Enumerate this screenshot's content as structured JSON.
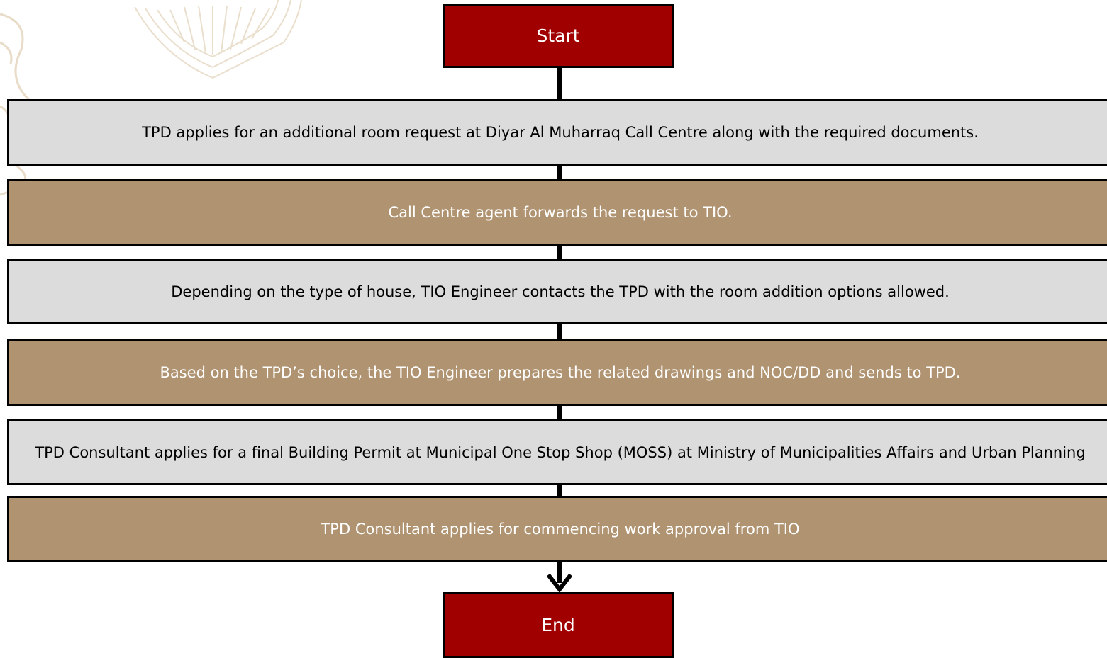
{
  "colors": {
    "terminal_fill": "#a00000",
    "step_light_fill": "#dcdcdc",
    "step_dark_fill": "#b09472",
    "ornament": "#d9c4a4",
    "connector": "#000000"
  },
  "flowchart": {
    "start": "Start",
    "steps": [
      "TPD applies for an additional room request at Diyar Al Muharraq Call Centre along with the required documents.",
      "Call Centre agent forwards the request to TIO.",
      "Depending on the type of house, TIO Engineer contacts the TPD with the room addition options allowed.",
      "Based on the TPD’s choice, the TIO Engineer prepares the related drawings and NOC/DD and sends to TPD.",
      "TPD Consultant applies for a final Building Permit at Municipal One Stop Shop (MOSS) at Ministry of Municipalities Affairs and Urban Planning",
      "TPD Consultant applies for commencing work approval from TIO"
    ],
    "end": "End"
  }
}
